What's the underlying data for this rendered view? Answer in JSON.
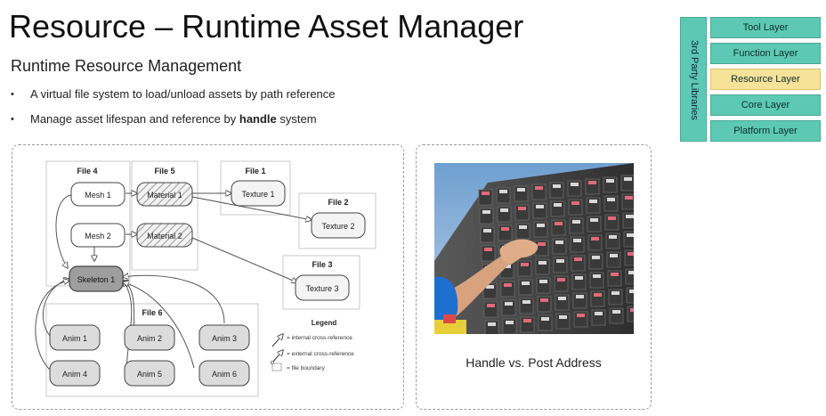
{
  "slide": {
    "title": "Resource – Runtime Asset Manager",
    "subtitle": "Runtime Resource Management",
    "bullets": [
      {
        "text": "A virtual file system to load/unload assets by path reference",
        "bold": "",
        "after": ""
      },
      {
        "text": "Manage asset lifespan and reference by ",
        "bold": "handle",
        "after": " system"
      }
    ]
  },
  "layer_stack": {
    "side_label": "3rd Party Libraries",
    "layers": [
      "Tool Layer",
      "Function Layer",
      "Resource Layer",
      "Core Layer",
      "Platform Layer"
    ],
    "highlight": "Resource Layer",
    "colors": {
      "layer": "#5dc9b4",
      "highlight": "#f7e29a"
    }
  },
  "diagram": {
    "files": [
      "File 4",
      "File 5",
      "File 1",
      "File 2",
      "File 3",
      "File 6"
    ],
    "nodes": {
      "mesh1": "Mesh 1",
      "mesh2": "Mesh 2",
      "material1": "Material 1",
      "material2": "Material 2",
      "texture1": "Texture 1",
      "texture2": "Texture 2",
      "texture3": "Texture 3",
      "skeleton1": "Skeleton 1",
      "anim1": "Anim 1",
      "anim2": "Anim 2",
      "anim3": "Anim 3",
      "anim4": "Anim 4",
      "anim5": "Anim 5",
      "anim6": "Anim 6"
    },
    "legend": {
      "title": "Legend",
      "internal": "= internal cross-reference",
      "external": "= external cross-reference",
      "boundary": "= file boundary"
    }
  },
  "image_panel": {
    "caption": "Handle vs. Post Address"
  }
}
